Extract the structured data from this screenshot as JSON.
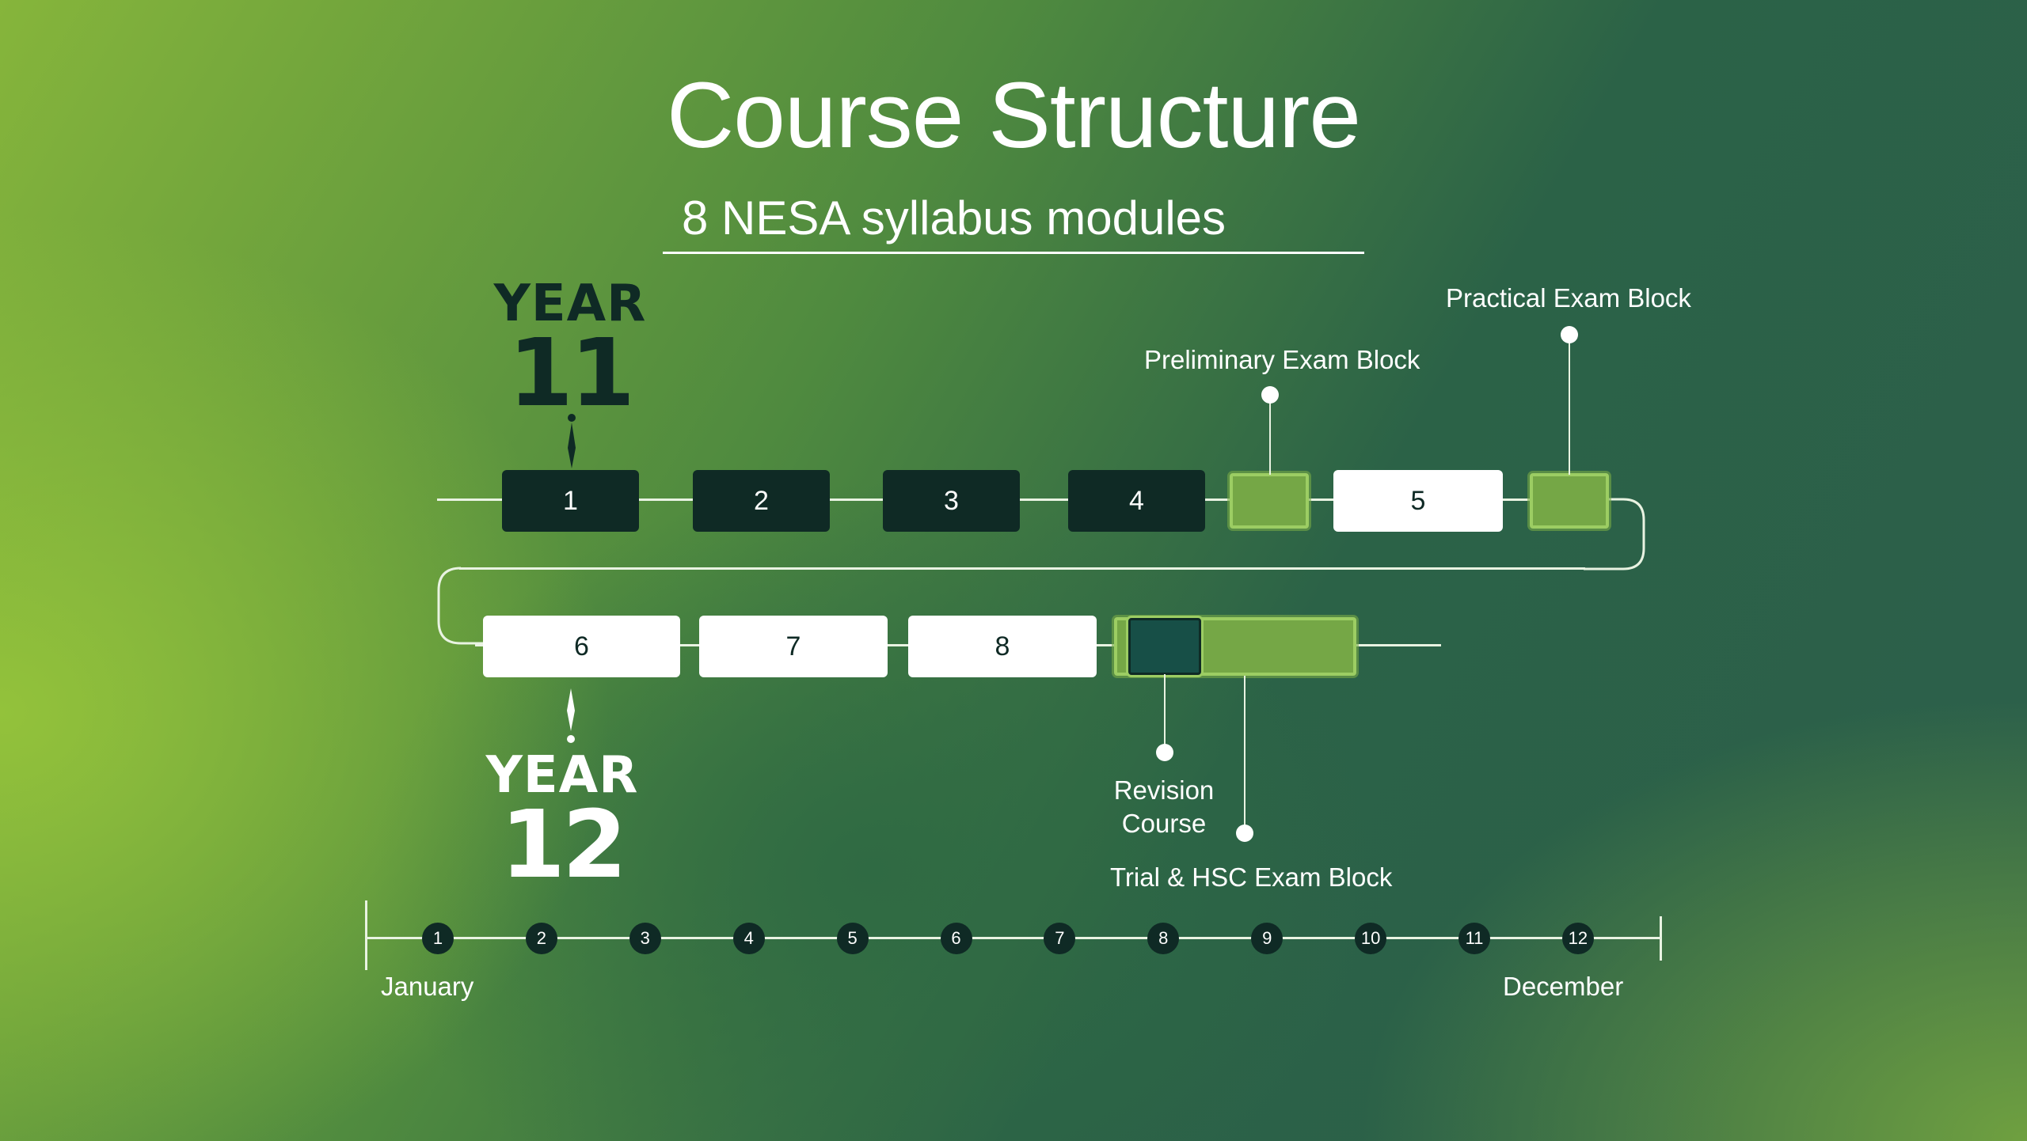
{
  "header": {
    "title": "Course Structure",
    "subtitle": "8 NESA syllabus modules"
  },
  "year11": {
    "word": "YEAR",
    "number": "11"
  },
  "year12": {
    "word": "YEAR",
    "number": "12"
  },
  "modules": [
    "1",
    "2",
    "3",
    "4",
    "5",
    "6",
    "7",
    "8"
  ],
  "labels": {
    "preliminary": "Preliminary Exam Block",
    "practical": "Practical Exam Block",
    "revision_line1": "Revision",
    "revision_line2": "Course",
    "trial_hsc": "Trial & HSC Exam Block"
  },
  "timeline": {
    "months": [
      "1",
      "2",
      "3",
      "4",
      "5",
      "6",
      "7",
      "8",
      "9",
      "10",
      "11",
      "12"
    ],
    "start": "January",
    "end": "December"
  },
  "colors": {
    "dark_block": "#0f2a25",
    "light_block": "#ffffff",
    "exam_block": "#75a746",
    "revision_block": "#174f47"
  }
}
